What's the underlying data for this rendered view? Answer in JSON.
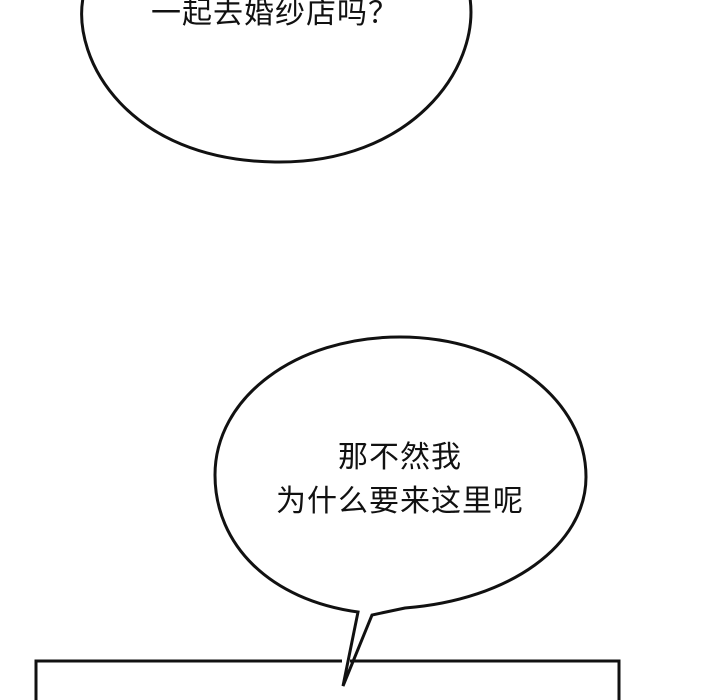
{
  "top_bubble": {
    "text": "一起去婚纱店吗？"
  },
  "bottom_bubble": {
    "line1": "那不然我",
    "line2": "为什么要来这里呢"
  }
}
